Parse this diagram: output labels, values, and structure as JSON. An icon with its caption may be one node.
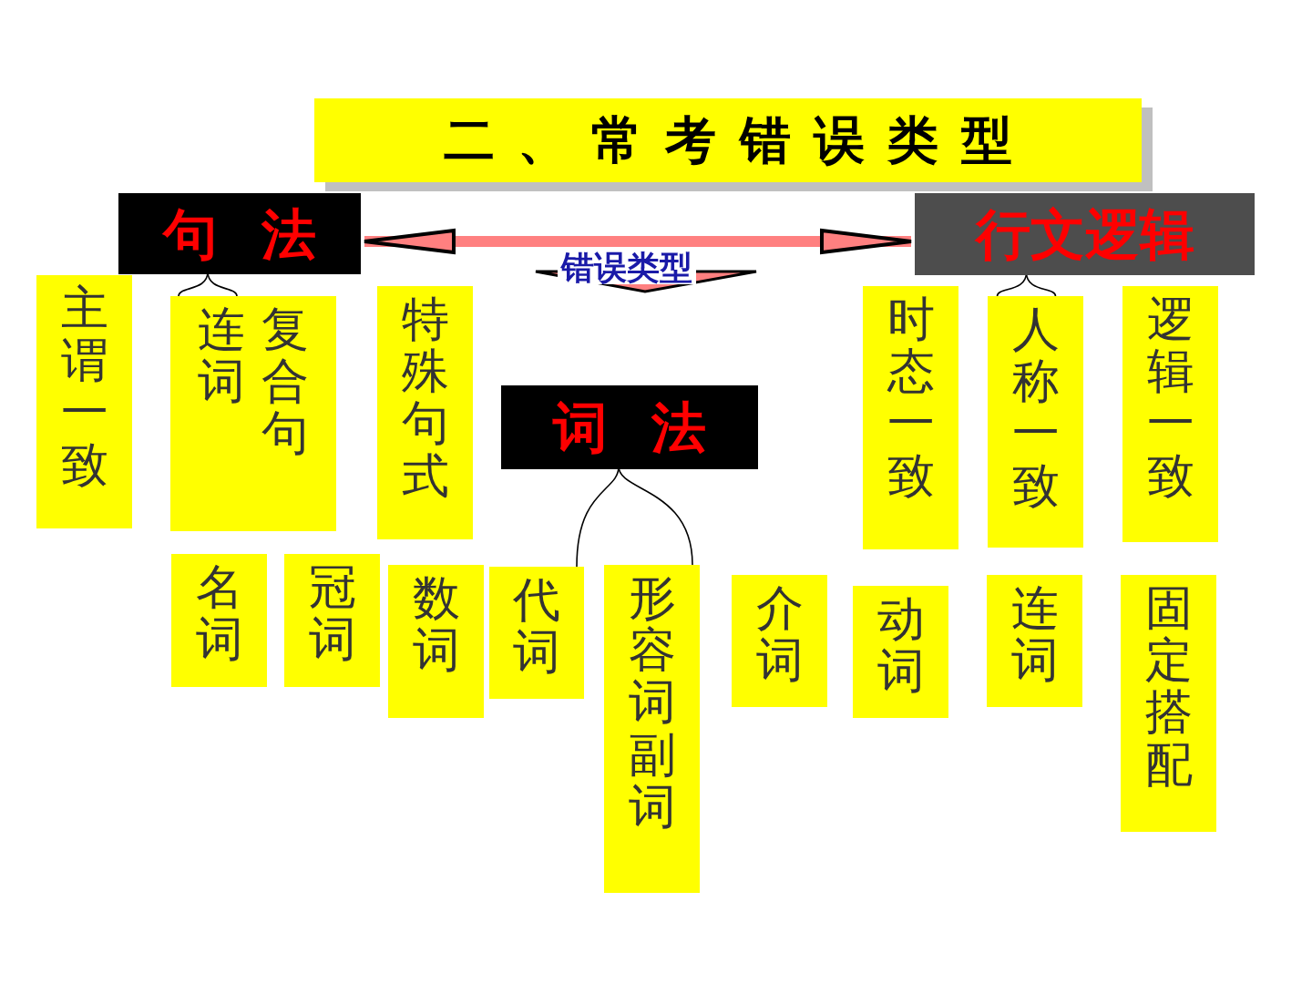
{
  "diagram": {
    "title": "二、常考错误类型",
    "nodes": [
      {
        "text": [
          "句法"
        ]
      },
      {
        "text": [
          "行文逻辑"
        ]
      },
      {
        "text": [
          "词法"
        ]
      },
      {
        "text": [
          "主谓一致"
        ]
      },
      {
        "text": [
          "连词",
          "复合句"
        ]
      },
      {
        "text": [
          "特殊句式"
        ]
      },
      {
        "text": [
          "时态一致"
        ]
      },
      {
        "text": [
          "人称一致"
        ]
      },
      {
        "text": [
          "逻辑一致"
        ]
      },
      {
        "text": [
          "名词"
        ]
      },
      {
        "text": [
          "冠词"
        ]
      },
      {
        "text": [
          "数词"
        ]
      },
      {
        "text": [
          "代词"
        ]
      },
      {
        "text": [
          "形容词副词"
        ]
      },
      {
        "text": [
          "介词"
        ]
      },
      {
        "text": [
          "动词"
        ]
      },
      {
        "text": [
          "连词"
        ]
      },
      {
        "text": [
          "固定搭配"
        ]
      }
    ],
    "edges": [
      {
        "from": 0,
        "to": 1,
        "arrow": "both",
        "label": "错误类型",
        "style": "thick",
        "color": "#ff8080"
      },
      {
        "from": 0,
        "to": 4,
        "arrow": "none"
      },
      {
        "from": 1,
        "to": 7,
        "arrow": "none"
      },
      {
        "from": 2,
        "to": 12,
        "arrow": "none"
      },
      {
        "from": 2,
        "to": 13,
        "arrow": "none"
      }
    ]
  }
}
